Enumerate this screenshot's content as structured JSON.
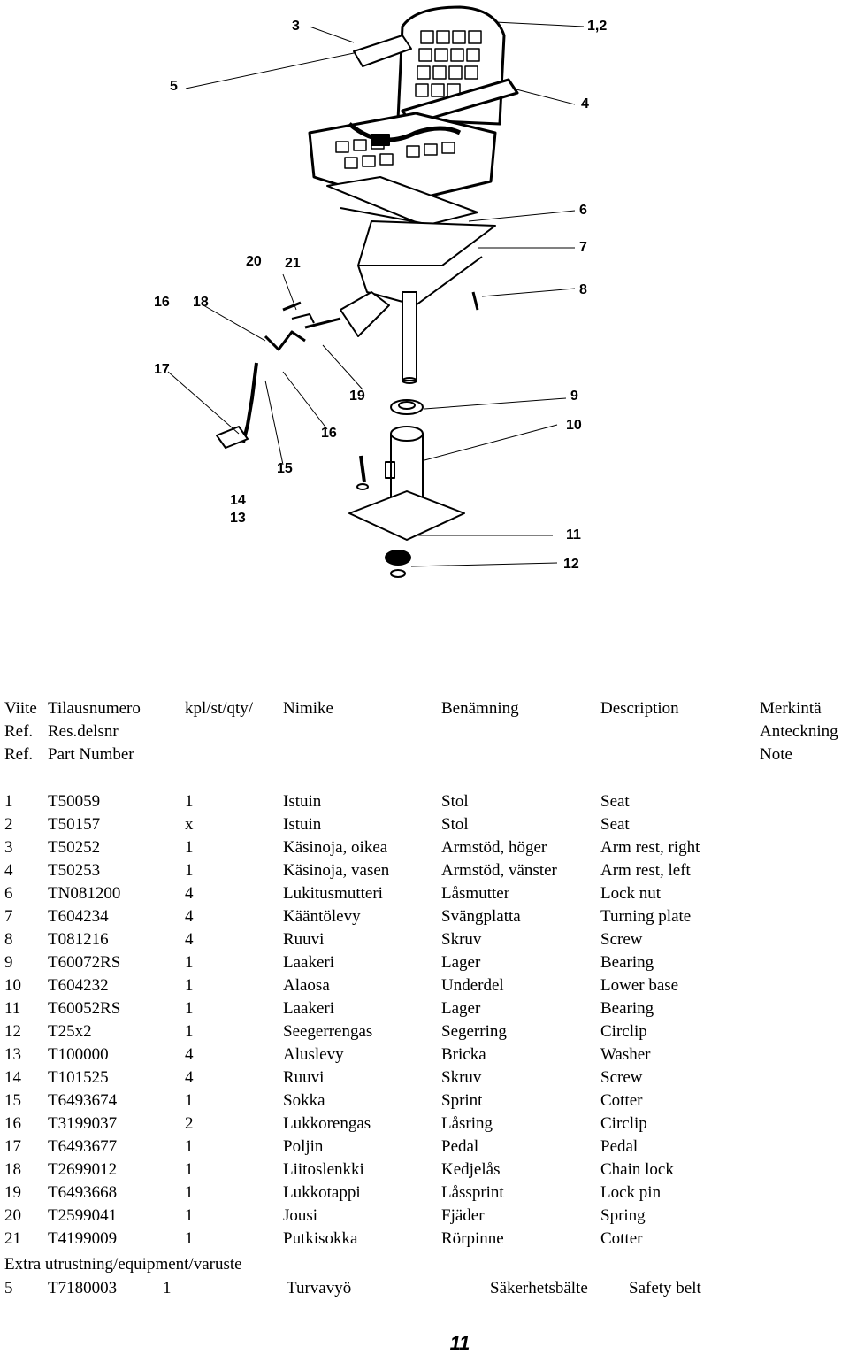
{
  "diagram": {
    "callouts": [
      "3",
      "1,2",
      "5",
      "4",
      "6",
      "7",
      "20",
      "21",
      "8",
      "16",
      "18",
      "17",
      "19",
      "9",
      "16",
      "10",
      "15",
      "14",
      "13",
      "11",
      "12"
    ]
  },
  "table": {
    "header": [
      [
        "Viite",
        "Tilausnumero",
        "kpl/st/qty/",
        "Nimike",
        "Benämning",
        "Description",
        "Merkintä"
      ],
      [
        "Ref.",
        "Res.delsnr",
        "",
        "",
        "",
        "",
        "Anteckning"
      ],
      [
        "Ref.",
        "Part Number",
        "",
        "",
        "",
        "",
        "Note"
      ]
    ],
    "rows": [
      [
        "1",
        "T50059",
        "1",
        "Istuin",
        "Stol",
        "Seat"
      ],
      [
        "2",
        "T50157",
        "x",
        "Istuin",
        "Stol",
        "Seat"
      ],
      [
        "3",
        "T50252",
        "1",
        "Käsinoja, oikea",
        "Armstöd, höger",
        "Arm rest, right"
      ],
      [
        "4",
        "T50253",
        "1",
        "Käsinoja, vasen",
        "Armstöd, vänster",
        "Arm rest, left"
      ],
      [
        "6",
        "TN081200",
        "4",
        "Lukitusmutteri",
        "Låsmutter",
        "Lock nut"
      ],
      [
        "7",
        "T604234",
        "4",
        "Kääntölevy",
        "Svängplatta",
        "Turning plate"
      ],
      [
        "8",
        "T081216",
        "4",
        "Ruuvi",
        "Skruv",
        "Screw"
      ],
      [
        "9",
        "T60072RS",
        "1",
        "Laakeri",
        "Lager",
        "Bearing"
      ],
      [
        "10",
        "T604232",
        "1",
        "Alaosa",
        "Underdel",
        "Lower base"
      ],
      [
        "11",
        "T60052RS",
        "1",
        "Laakeri",
        "Lager",
        "Bearing"
      ],
      [
        "12",
        "T25x2",
        "1",
        "Seegerrengas",
        "Segerring",
        "Circlip"
      ],
      [
        "13",
        "T100000",
        "4",
        "Aluslevy",
        "Bricka",
        "Washer"
      ],
      [
        "14",
        "T101525",
        "4",
        "Ruuvi",
        "Skruv",
        "Screw"
      ],
      [
        "15",
        "T6493674",
        "1",
        "Sokka",
        "Sprint",
        "Cotter"
      ],
      [
        "16",
        "T3199037",
        "2",
        "Lukkorengas",
        "Låsring",
        "Circlip"
      ],
      [
        "17",
        "T6493677",
        "1",
        "Poljin",
        "Pedal",
        "Pedal"
      ],
      [
        "18",
        "T2699012",
        "1",
        "Liitoslenkki",
        "Kedjelås",
        "Chain lock"
      ],
      [
        "19",
        "T6493668",
        "1",
        "Lukkotappi",
        "Låssprint",
        "Lock pin"
      ],
      [
        "20",
        "T2599041",
        "1",
        "Jousi",
        "Fjäder",
        "Spring"
      ],
      [
        "21",
        "T4199009",
        "1",
        "Putkisokka",
        "Rörpinne",
        "Cotter"
      ]
    ]
  },
  "extra": {
    "title": "Extra utrustning/equipment/varuste",
    "row": [
      "5",
      "T7180003",
      "1",
      "Turvavyö",
      "Säkerhetsbälte",
      "Safety belt"
    ]
  },
  "page": {
    "number": "11"
  }
}
